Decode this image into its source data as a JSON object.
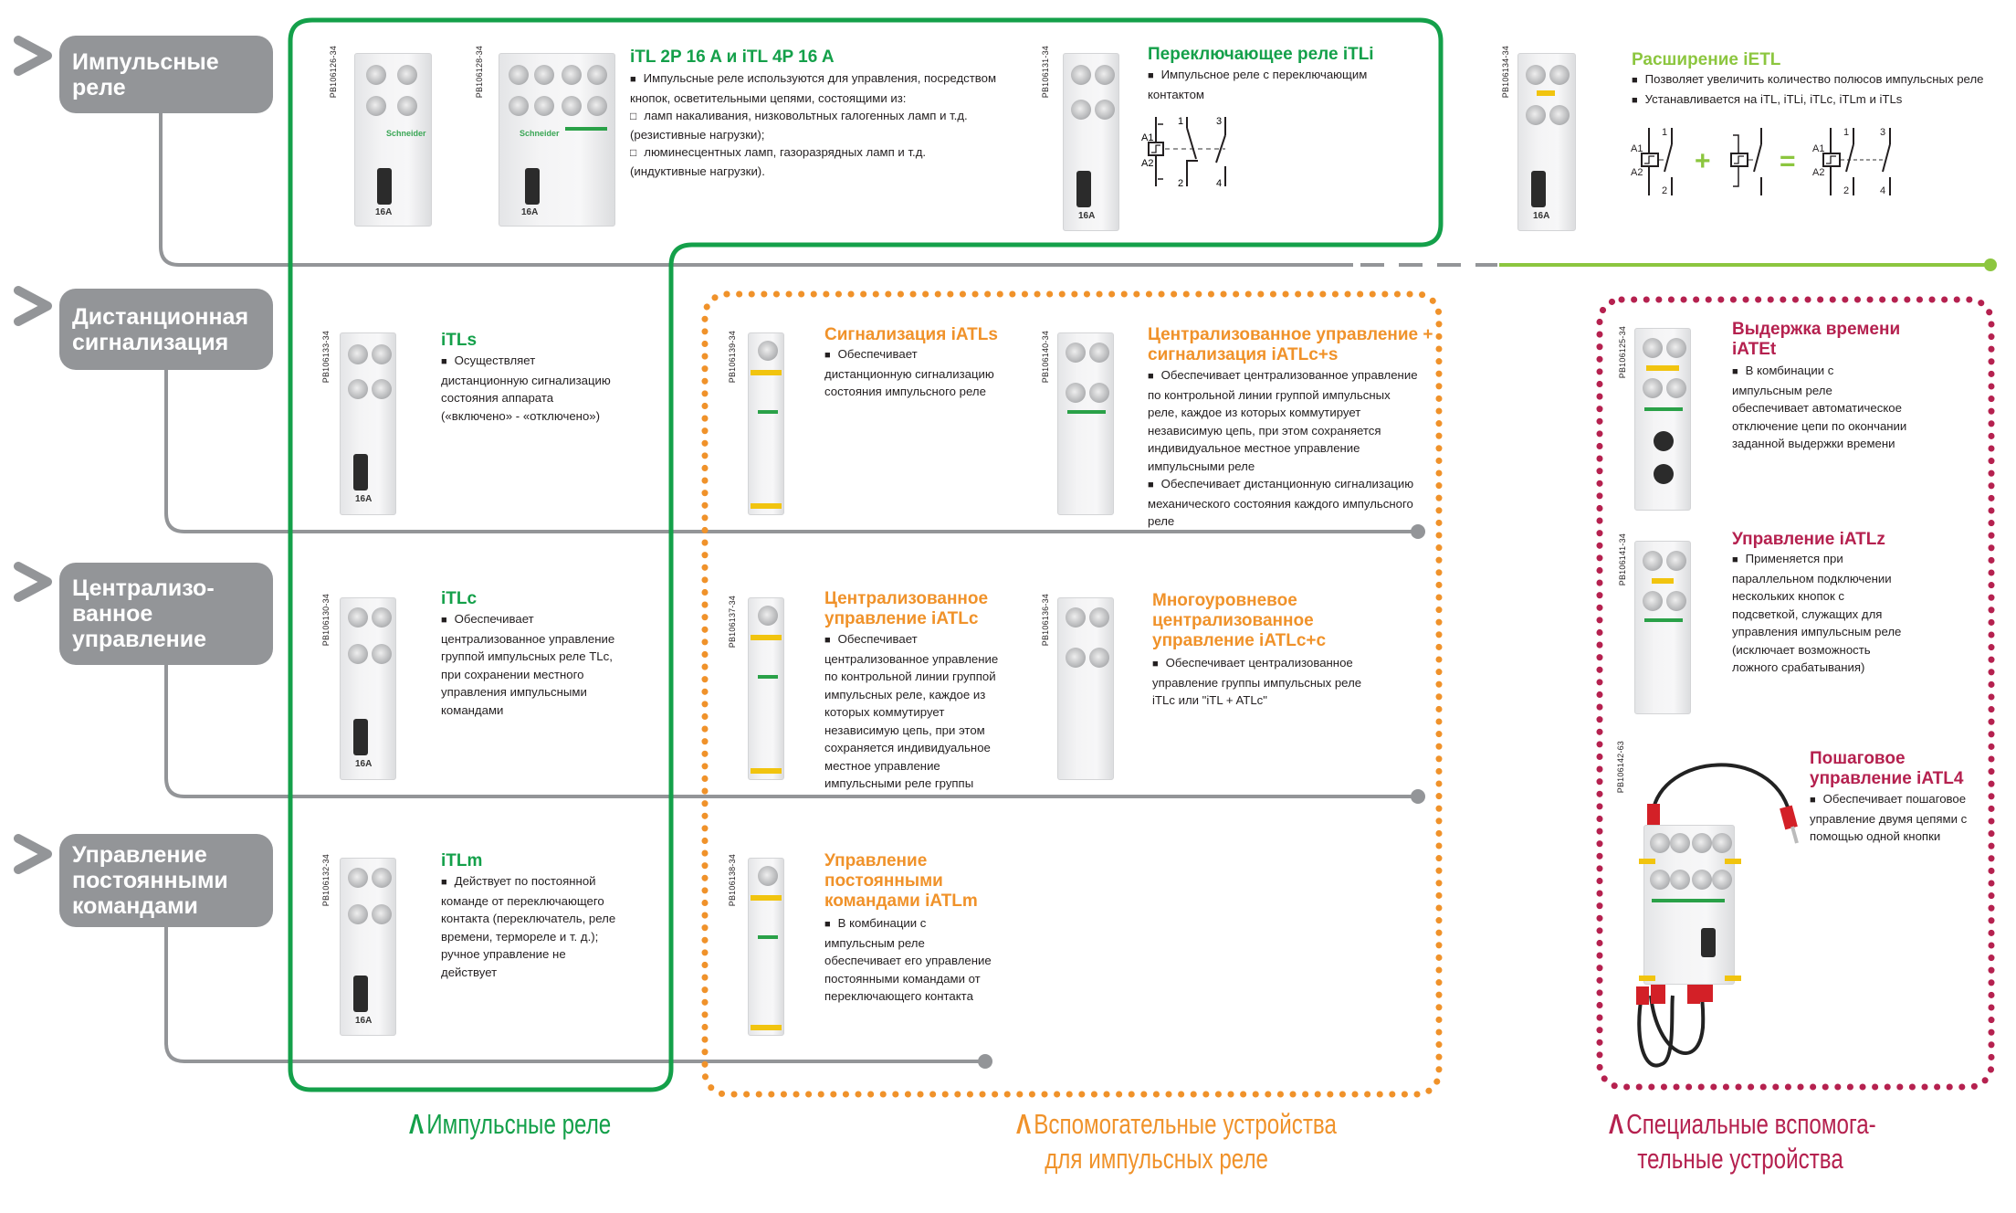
{
  "categories": [
    {
      "label": "Импульсные\nреле"
    },
    {
      "label": "Дистанционная\nсигнализация"
    },
    {
      "label": "Централизо-\nванное\nуправление"
    },
    {
      "label": "Управление\nпостоянными\nкомандами"
    }
  ],
  "products": {
    "itl": {
      "codes": [
        "PB106126-34",
        "PB106128-34"
      ],
      "title": "iTL 2P 16 A и iTL 4P 16 A",
      "lines": [
        {
          "type": "bullet",
          "text": "Импульсные реле используются для управления, посредством"
        },
        {
          "type": "cont",
          "text": "кнопок, осветительными цепями, состоящими из:"
        },
        {
          "type": "hollow",
          "text": "ламп накаливания, низковольтных галогенных ламп и т.д."
        },
        {
          "type": "cont",
          "text": "(резистивные нагрузки);"
        },
        {
          "type": "hollow",
          "text": "люминесцентных ламп, газоразрядных ламп и т.д."
        },
        {
          "type": "cont",
          "text": "(индуктивные нагрузки)."
        }
      ],
      "device_rating": "16A",
      "brand": "Schneider"
    },
    "itli": {
      "code": "PB106131-34",
      "title": "Переключающее реле iTLi",
      "lines": [
        {
          "type": "bullet",
          "text": "Импульсное реле с переключающим"
        },
        {
          "type": "cont",
          "text": "контактом"
        }
      ],
      "schematic_labels": {
        "a1": "A1",
        "a2": "A2",
        "t1": "1",
        "t2": "2",
        "t3": "3",
        "t4": "4"
      }
    },
    "ietl": {
      "code": "PB106134-34",
      "title": "Расширение iETL",
      "lines": [
        {
          "type": "bullet",
          "text": "Позволяет увеличить количество полюсов импульсных реле"
        },
        {
          "type": "bullet",
          "text": "Устанавливается на  iTL, iTLi, iTLc, iTLm и iTLs"
        }
      ],
      "schematic_labels": {
        "a1": "A1",
        "a2": "A2",
        "t1": "1",
        "t2": "2",
        "t3": "3",
        "t4": "4",
        "plus": "+",
        "equals": "="
      }
    },
    "itls": {
      "code": "PB106133-34",
      "title": "iTLs",
      "lines": [
        {
          "type": "bullet",
          "text": "Осуществляет"
        },
        {
          "type": "cont",
          "text": "дистанционную сигнализацию"
        },
        {
          "type": "cont",
          "text": "состояния аппарата"
        },
        {
          "type": "cont",
          "text": "(«включено» - «отключено»)"
        }
      ]
    },
    "iatls": {
      "code": "PB106139-34",
      "title": "Сигнализация iATLs",
      "lines": [
        {
          "type": "bullet",
          "text": "Обеспечивает"
        },
        {
          "type": "cont",
          "text": "дистанционную сигнализацию"
        },
        {
          "type": "cont",
          "text": "состояния импульсного реле"
        }
      ]
    },
    "iatlcs": {
      "code": "PB106140-34",
      "title_lines": [
        "Централизованное управление +",
        "сигнализация iATLc+s"
      ],
      "lines": [
        {
          "type": "bullet",
          "text": "Обеспечивает централизованное управление"
        },
        {
          "type": "cont",
          "text": "по контрольной линии группой импульсных"
        },
        {
          "type": "cont",
          "text": "реле, каждое из которых коммутирует"
        },
        {
          "type": "cont",
          "text": "независимую цепь, при этом сохраняется"
        },
        {
          "type": "cont",
          "text": "индивидуальное местное управление"
        },
        {
          "type": "cont",
          "text": "импульсными реле"
        },
        {
          "type": "bullet",
          "text": "Обеспечивает дистанционную сигнализацию"
        },
        {
          "type": "cont",
          "text": "механического состояния каждого импульсного"
        },
        {
          "type": "cont",
          "text": "реле"
        }
      ]
    },
    "iatet": {
      "code": "PB106125-34",
      "title_lines": [
        "Выдержка времени",
        "iATEt"
      ],
      "lines": [
        {
          "type": "bullet",
          "text": "В комбинации с"
        },
        {
          "type": "cont",
          "text": "импульсным реле"
        },
        {
          "type": "cont",
          "text": "обеспечивает автоматическое"
        },
        {
          "type": "cont",
          "text": "отключение цепи по окончании"
        },
        {
          "type": "cont",
          "text": "заданной выдержки времени"
        }
      ]
    },
    "itlc": {
      "code": "PB106130-34",
      "title": "iTLc",
      "lines": [
        {
          "type": "bullet",
          "text": "Обеспечивает"
        },
        {
          "type": "cont",
          "text": "централизованное управление"
        },
        {
          "type": "cont",
          "text": "группой импульсных реле TLc,"
        },
        {
          "type": "cont",
          "text": "при сохранении местного"
        },
        {
          "type": "cont",
          "text": "управления импульсными"
        },
        {
          "type": "cont",
          "text": "командами"
        }
      ]
    },
    "iatlc": {
      "code": "PB106137-34",
      "title_lines": [
        "Централизованное",
        "управление iATLc"
      ],
      "lines": [
        {
          "type": "bullet",
          "text": "Обеспечивает"
        },
        {
          "type": "cont",
          "text": "централизованное управление"
        },
        {
          "type": "cont",
          "text": "по контрольной линии группой"
        },
        {
          "type": "cont",
          "text": "импульсных реле, каждое из"
        },
        {
          "type": "cont",
          "text": "которых коммутирует"
        },
        {
          "type": "cont",
          "text": "независимую цепь, при этом"
        },
        {
          "type": "cont",
          "text": "сохраняется индивидуальное"
        },
        {
          "type": "cont",
          "text": "местное управление"
        },
        {
          "type": "cont",
          "text": "импульсными реле группы"
        }
      ]
    },
    "iatlcc": {
      "code": "PB106136-34",
      "title_lines": [
        "Многоуровневое",
        "централизованное",
        "управление iATLc+c"
      ],
      "lines": [
        {
          "type": "bullet",
          "text": "Обеспечивает централизованное"
        },
        {
          "type": "cont",
          "text": "управление группы импульсных реле"
        },
        {
          "type": "cont",
          "text": "iTLc или \"iTL + ATLc\""
        }
      ]
    },
    "iatlz": {
      "code": "PB106141-34",
      "title": "Управление iATLz",
      "lines": [
        {
          "type": "bullet",
          "text": "Применяется при"
        },
        {
          "type": "cont",
          "text": "параллельном подключении"
        },
        {
          "type": "cont",
          "text": "нескольких кнопок с"
        },
        {
          "type": "cont",
          "text": "подсветкой, служащих для"
        },
        {
          "type": "cont",
          "text": "управления импульсным реле"
        },
        {
          "type": "cont",
          "text": "(исключает возможность"
        },
        {
          "type": "cont",
          "text": "ложного срабатывания)"
        }
      ]
    },
    "itlm": {
      "code": "PB106132-34",
      "title": "iTLm",
      "lines": [
        {
          "type": "bullet",
          "text": "Действует по постоянной"
        },
        {
          "type": "cont",
          "text": "команде от переключающего"
        },
        {
          "type": "cont",
          "text": "контакта (переключатель, реле"
        },
        {
          "type": "cont",
          "text": "времени, термореле и т. д.);"
        },
        {
          "type": "cont",
          "text": "ручное управление не"
        },
        {
          "type": "cont",
          "text": "действует"
        }
      ]
    },
    "iatlm": {
      "code": "PB106138-34",
      "title_lines": [
        "Управление",
        "постоянными",
        "командами iATLm"
      ],
      "lines": [
        {
          "type": "bullet",
          "text": "В комбинации с"
        },
        {
          "type": "cont",
          "text": "импульсным реле"
        },
        {
          "type": "cont",
          "text": "обеспечивает его управление"
        },
        {
          "type": "cont",
          "text": "постоянными командами от"
        },
        {
          "type": "cont",
          "text": "переключающего контакта"
        }
      ]
    },
    "iatl4": {
      "code": "PB106142-63",
      "title_lines": [
        "Пошаговое",
        "управление iATL4"
      ],
      "lines": [
        {
          "type": "bullet",
          "text": "Обеспечивает пошаговое"
        },
        {
          "type": "cont",
          "text": "управление двумя цепями с"
        },
        {
          "type": "cont",
          "text": "помощью одной кнопки"
        }
      ]
    }
  },
  "legend": [
    {
      "line1": "Импульсные реле",
      "line2": "",
      "color": "#14a04a"
    },
    {
      "line1": "Вспомогательные устройства",
      "line2": "для импульсных реле",
      "color": "#f0922a"
    },
    {
      "line1": "Специальные вспомога-",
      "line2": "тельные устройства",
      "color": "#b5214f"
    }
  ],
  "colors": {
    "green": "#14a04a",
    "lime": "#8cc63f",
    "orange": "#f0922a",
    "crimson": "#b5214f",
    "grey": "#939598"
  }
}
